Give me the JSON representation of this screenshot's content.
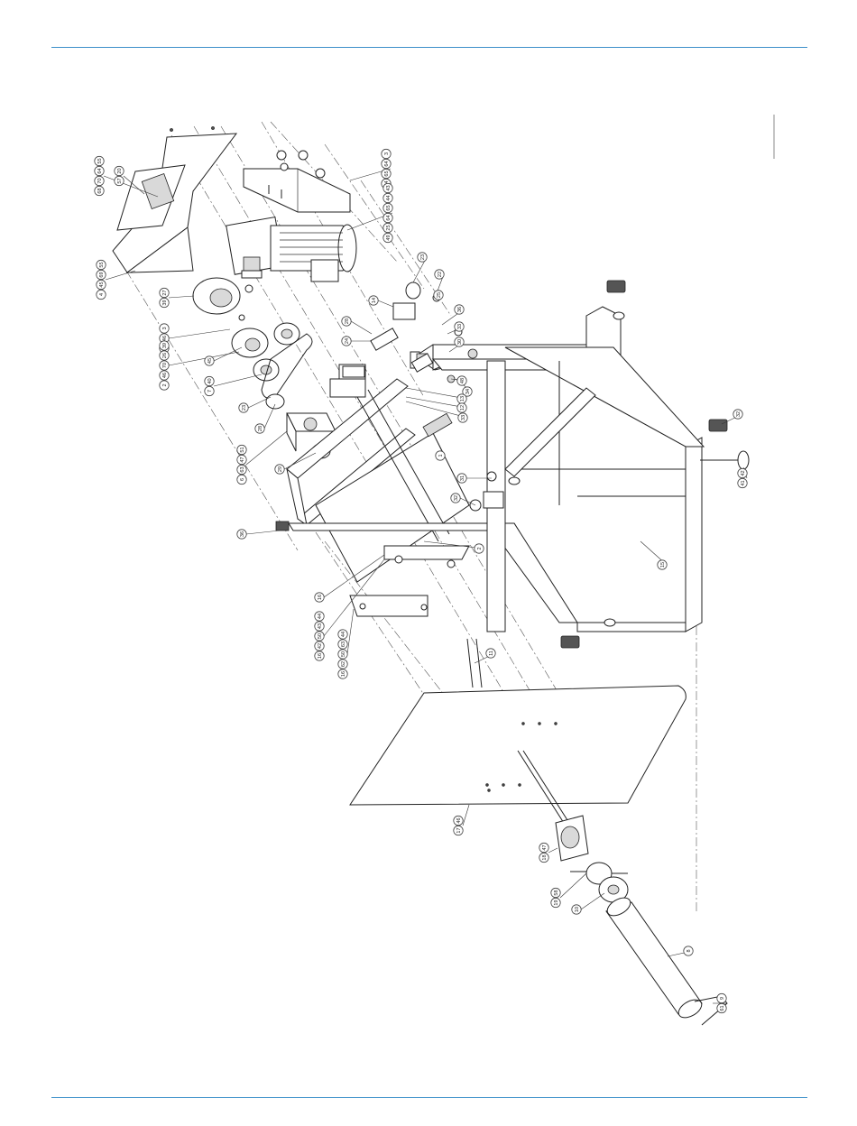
{
  "colors": {
    "rule": "#3b8fc9",
    "ink": "#222222"
  },
  "callouts": [
    {
      "id": "c1",
      "text": "55 64 70 68"
    },
    {
      "id": "c2",
      "text": "20 57"
    },
    {
      "id": "c3",
      "text": "55 69 45 4"
    },
    {
      "id": "c4",
      "text": "27 39"
    },
    {
      "id": "c5",
      "text": "3 46 55"
    },
    {
      "id": "c6",
      "text": "39 26 70 46 2"
    },
    {
      "id": "c7",
      "text": "45"
    },
    {
      "id": "c8",
      "text": "40 7"
    },
    {
      "id": "c9",
      "text": "23"
    },
    {
      "id": "c10",
      "text": "28"
    },
    {
      "id": "c11",
      "text": "51 47 63 6"
    },
    {
      "id": "c12",
      "text": "29"
    },
    {
      "id": "c13",
      "text": "36"
    },
    {
      "id": "c14",
      "text": "3 64 65 24"
    },
    {
      "id": "c15",
      "text": "43 44 65 64 25 49"
    },
    {
      "id": "c16",
      "text": "23"
    },
    {
      "id": "c17",
      "text": "22"
    },
    {
      "id": "c18",
      "text": "25"
    },
    {
      "id": "c19",
      "text": "14"
    },
    {
      "id": "c20",
      "text": "28"
    },
    {
      "id": "c21",
      "text": "24"
    },
    {
      "id": "c22",
      "text": "36"
    },
    {
      "id": "c23",
      "text": "33"
    },
    {
      "id": "c24",
      "text": "30"
    },
    {
      "id": "c25",
      "text": "34"
    },
    {
      "id": "c26",
      "text": "13"
    },
    {
      "id": "c27",
      "text": "48"
    },
    {
      "id": "c28",
      "text": "12"
    },
    {
      "id": "c29",
      "text": "33"
    },
    {
      "id": "c30",
      "text": "1"
    },
    {
      "id": "c31",
      "text": "32"
    },
    {
      "id": "c32",
      "text": "31"
    },
    {
      "id": "c33",
      "text": "32"
    },
    {
      "id": "c34",
      "text": "2"
    },
    {
      "id": "c35",
      "text": "42 41"
    },
    {
      "id": "c36",
      "text": "15"
    },
    {
      "id": "c37",
      "text": "16"
    },
    {
      "id": "c38",
      "text": "44 43 50 42 16"
    },
    {
      "id": "c39",
      "text": "44 63 50 62 16"
    },
    {
      "id": "c40",
      "text": "11"
    },
    {
      "id": "c41",
      "text": "46 17"
    },
    {
      "id": "c42",
      "text": "47 18"
    },
    {
      "id": "c43",
      "text": "58 19"
    },
    {
      "id": "c44",
      "text": "10"
    },
    {
      "id": "c45",
      "text": "8"
    },
    {
      "id": "c46",
      "text": "9 61"
    }
  ]
}
